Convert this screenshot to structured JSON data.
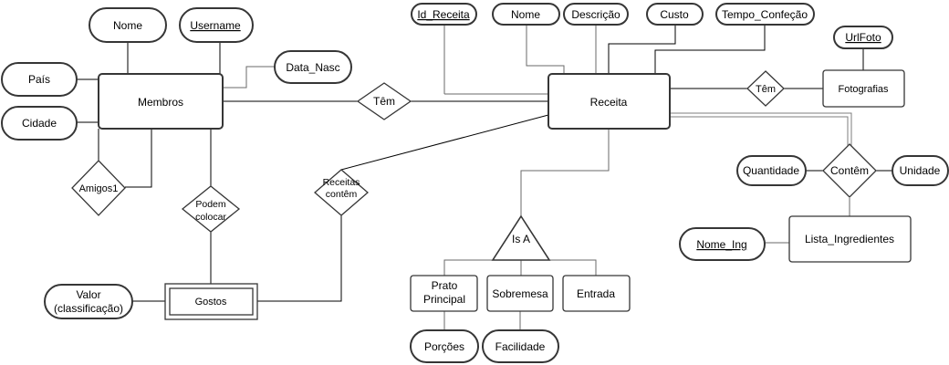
{
  "entities": {
    "membros": "Membros",
    "receita": "Receita",
    "fotografias": "Fotografias",
    "lista_ingredientes": "Lista_Ingredientes",
    "gostos": "Gostos",
    "prato_principal": [
      "Prato",
      "Principal"
    ],
    "sobremesa": "Sobremesa",
    "entrada": "Entrada"
  },
  "attributes": {
    "nome_membro": "Nome",
    "username": "Username",
    "data_nasc": "Data_Nasc",
    "pais": "País",
    "cidade": "Cidade",
    "id_receita": "Id_Receita",
    "nome_receita": "Nome",
    "descricao": "Descrição",
    "custo": "Custo",
    "tempo_confecao": "Tempo_Confeção",
    "url_foto": "UrlFoto",
    "quantidade": "Quantidade",
    "unidade": "Unidade",
    "nome_ing": "Nome_Ing",
    "valor": [
      "Valor",
      "(classificação)"
    ],
    "porcoes": "Porções",
    "facilidade": "Facilidade"
  },
  "relationships": {
    "tem_receita": "Têm",
    "tem_foto": "Têm",
    "contem": "Contêm",
    "amigos": "Amigos1",
    "podem_colocar": [
      "Podem",
      "colocar"
    ],
    "receitas_contem": [
      "Receitas",
      "contêm"
    ],
    "is_a": "Is A"
  }
}
